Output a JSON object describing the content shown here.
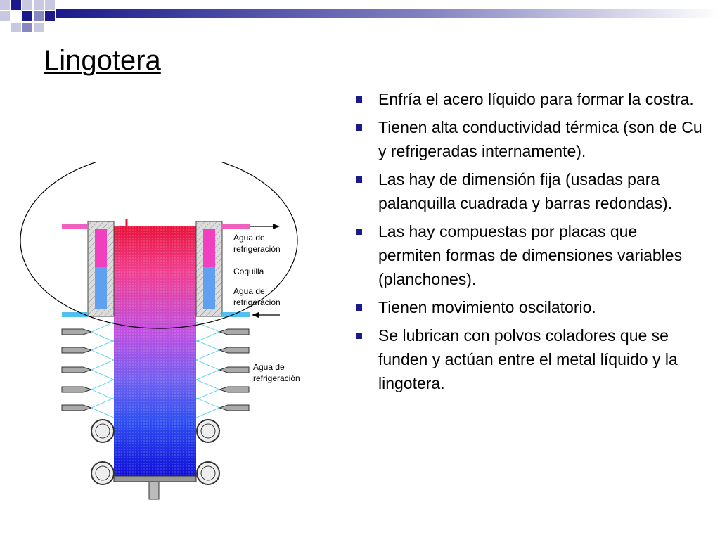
{
  "slide": {
    "title": "Lingotera",
    "accent_color": "#1a1a8c",
    "bullets": [
      "Enfría el acero líquido para formar la costra.",
      "Tienen alta conductividad térmica (son de Cu y refrigeradas internamente).",
      "Las hay de dimensión fija (usadas para palanquilla cuadrada y barras redondas).",
      "Las hay compuestas por placas que permiten formas de dimensiones variables (planchones).",
      "Tienen movimiento oscilatorio.",
      "Se lubrican con polvos coladores que se funden y actúan entre el metal líquido y la lingotera."
    ]
  },
  "figure": {
    "label_water_top_1": "Agua de",
    "label_water_top_2": "refrigeración",
    "label_mold": "Coquilla",
    "label_water_mid_1": "Agua de",
    "label_water_mid_2": "refrigeración",
    "label_water_spray_1": "Agua de",
    "label_water_spray_2": "refrigeración",
    "colors": {
      "top": "#e8143c",
      "pink": "#f040a8",
      "violet": "#b050e8",
      "blue": "#5878f0",
      "deep_blue": "#1010d8"
    }
  }
}
